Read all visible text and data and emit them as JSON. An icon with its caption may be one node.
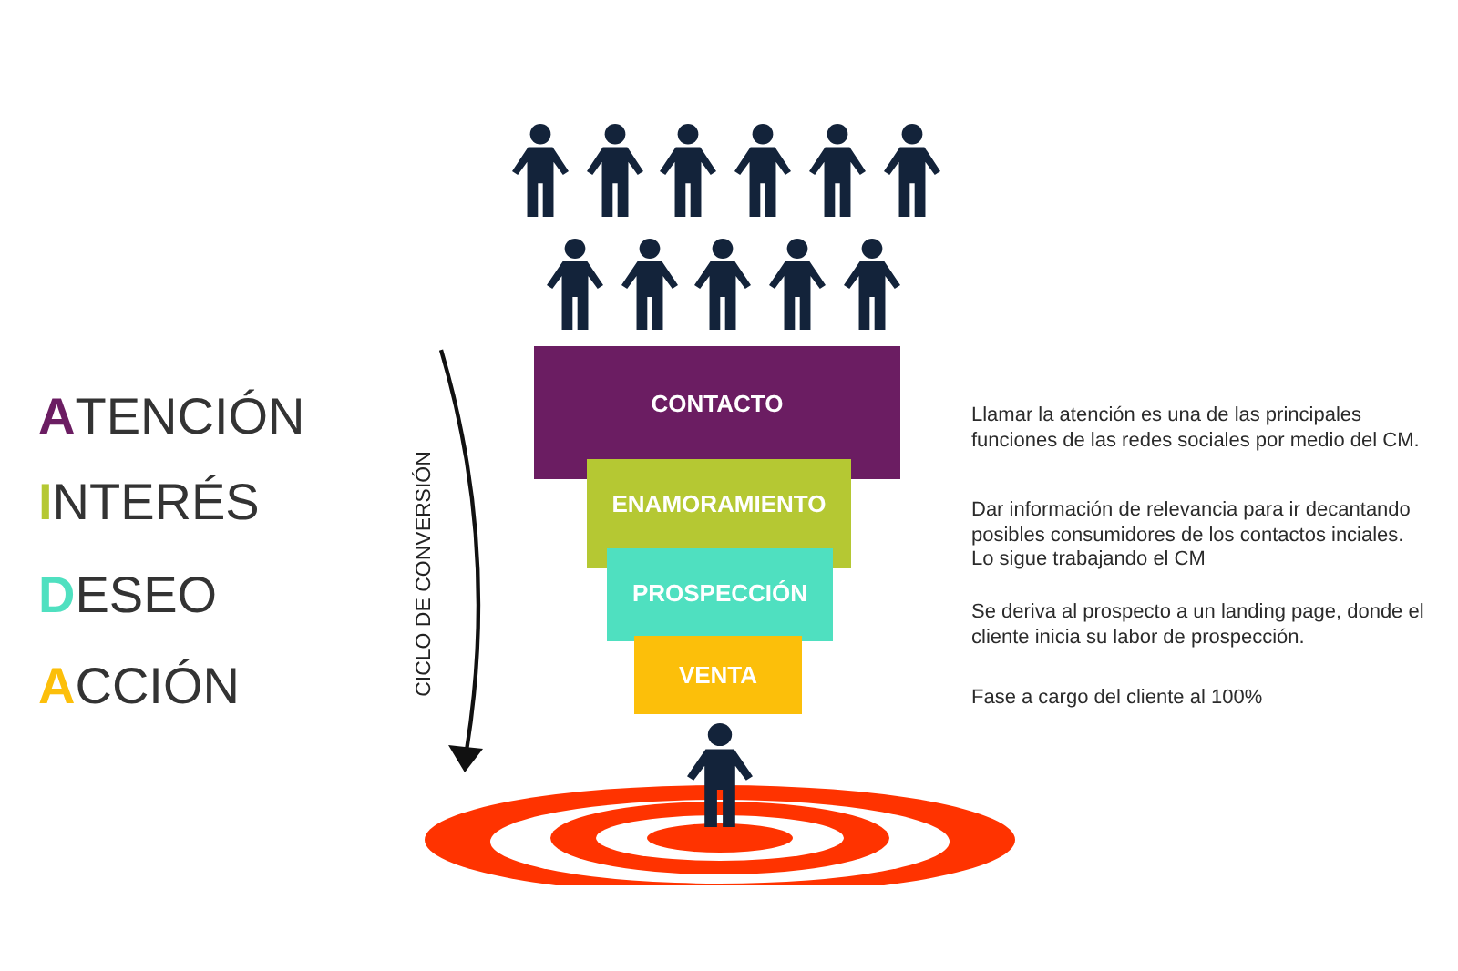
{
  "diagram": {
    "nodes": [
      {
        "text": [
          "CONTACTO"
        ]
      },
      {
        "text": [
          "ENAMORAMIENTO"
        ]
      },
      {
        "text": [
          "PROSPECCIÓN"
        ]
      },
      {
        "text": [
          "VENTA"
        ]
      }
    ],
    "labels": [
      "**A**TENCIÓN",
      "**I**NTERÉS",
      "**D**ESEO",
      "**A**CCIÓN",
      "CICLO DE CONVERSIÓN",
      "Llamar la atención es una de las principales funciones de las redes sociales por medio del CM.",
      "Dar información de relevancia para ir decantando posibles consumidores de los contactos inciales. Lo sigue trabajando el CM",
      "Se deriva al prospecto a un landing page, donde el cliente inicia su labor de prospección.",
      "Fase a cargo del cliente al 100%"
    ]
  }
}
